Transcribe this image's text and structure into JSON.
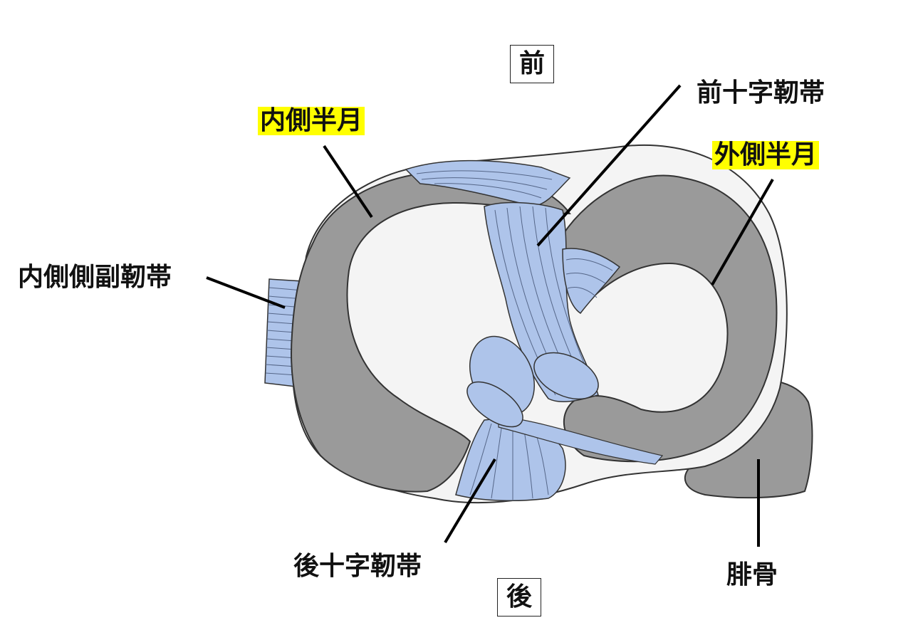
{
  "labels": {
    "anterior": "前",
    "posterior": "後",
    "medial_meniscus": "内側半月",
    "lateral_meniscus": "外側半月",
    "acl": "前十字靭帯",
    "pcl": "後十字靭帯",
    "mcl": "内側側副靭帯",
    "fibula": "腓骨"
  },
  "colors": {
    "meniscus_gray": "#9a9a9a",
    "ligament_blue": "#aec4ea",
    "highlight": "#ffff00"
  }
}
